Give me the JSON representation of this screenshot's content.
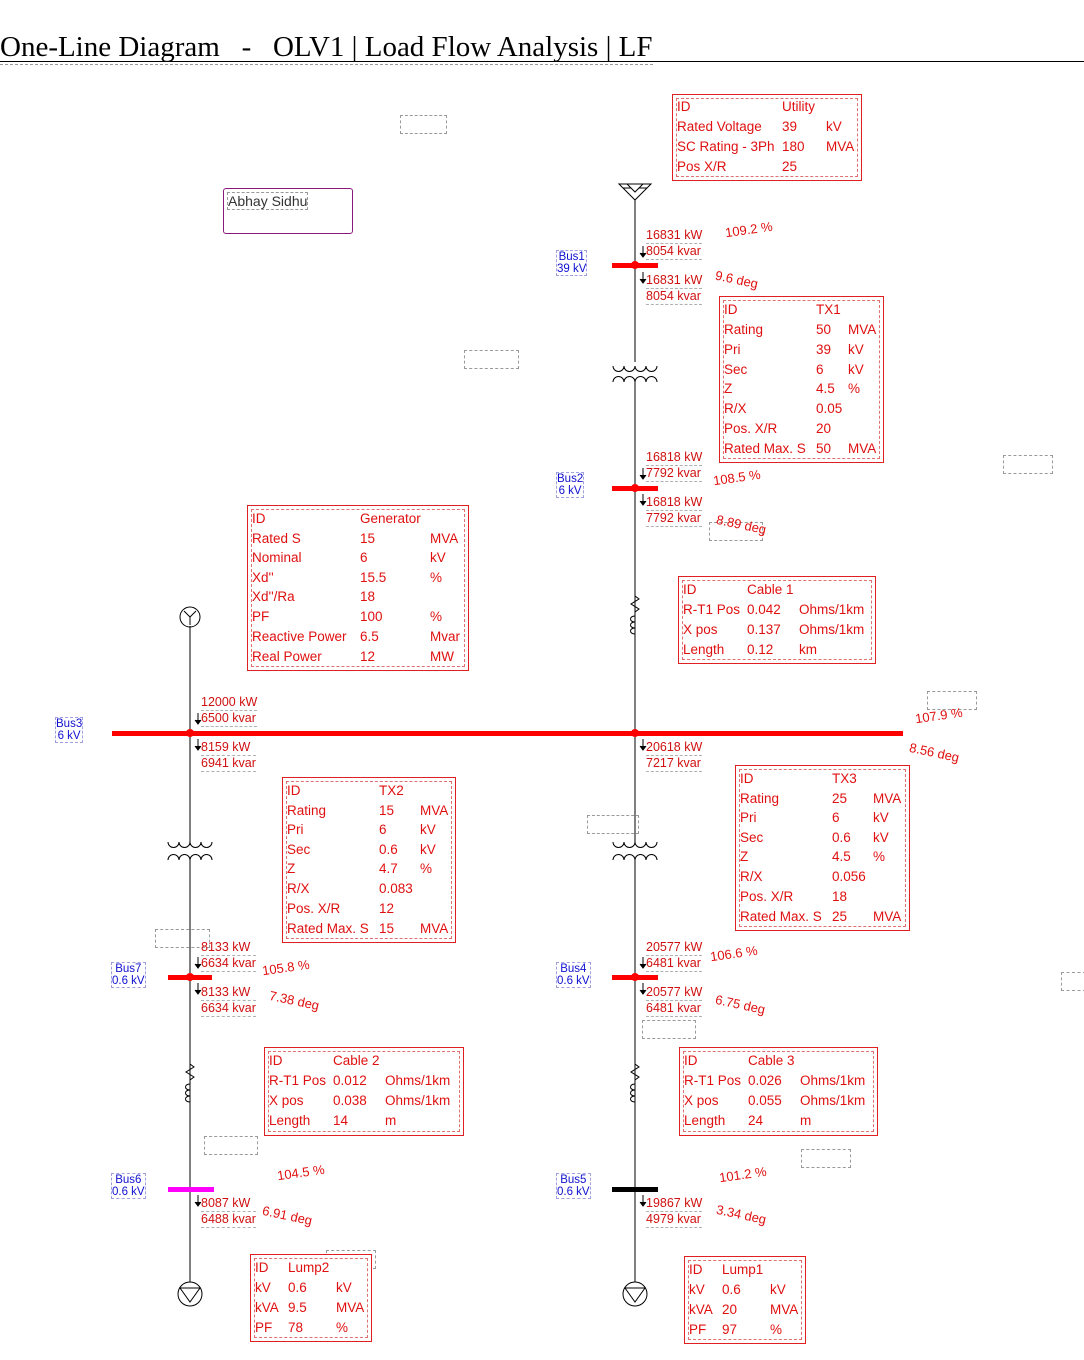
{
  "title": "One-Line Diagram   -   OLV1 | Load Flow Analysis | LF",
  "author": "Abhay Sidhu",
  "colors": {
    "bus": "#ff0000",
    "bus6": "#ff00ff",
    "bus5": "#000000",
    "text": "#e01010",
    "busid": "#1010d0"
  },
  "buses": [
    {
      "id": "Bus1",
      "kv": "39 kV"
    },
    {
      "id": "Bus2",
      "kv": "6 kV"
    },
    {
      "id": "Bus3",
      "kv": "6 kV"
    },
    {
      "id": "Bus7",
      "kv": "0.6 kV"
    },
    {
      "id": "Bus4",
      "kv": "0.6 kV"
    },
    {
      "id": "Bus6",
      "kv": "0.6 kV"
    },
    {
      "id": "Bus5",
      "kv": "0.6 kV"
    }
  ],
  "flows": [
    {
      "kw": "16831 kW",
      "kvar": "8054 kvar"
    },
    {
      "kw": "16831 kW",
      "kvar": "8054 kvar"
    },
    {
      "kw": "16818 kW",
      "kvar": "7792 kvar"
    },
    {
      "kw": "16818 kW",
      "kvar": "7792 kvar"
    },
    {
      "kw": "12000 kW",
      "kvar": "6500 kvar"
    },
    {
      "kw": "8159 kW",
      "kvar": "6941 kvar"
    },
    {
      "kw": "20618 kW",
      "kvar": "7217 kvar"
    },
    {
      "kw": "8133 kW",
      "kvar": "6634 kvar"
    },
    {
      "kw": "8133 kW",
      "kvar": "6634 kvar"
    },
    {
      "kw": "20577 kW",
      "kvar": "6481 kvar"
    },
    {
      "kw": "20577 kW",
      "kvar": "6481 kvar"
    },
    {
      "kw": "8087 kW",
      "kvar": "6488 kvar"
    },
    {
      "kw": "19867 kW",
      "kvar": "4979 kvar"
    }
  ],
  "bus_results": [
    {
      "pct": "109.2 %",
      "deg": "9.6 deg"
    },
    {
      "pct": "108.5 %",
      "deg": "8.89 deg"
    },
    {
      "pct": "107.9 %",
      "deg": "8.56 deg"
    },
    {
      "pct": "105.8 %",
      "deg": "7.38 deg"
    },
    {
      "pct": "106.6 %",
      "deg": "6.75 deg"
    },
    {
      "pct": "104.5 %",
      "deg": "6.91 deg"
    },
    {
      "pct": "101.2 %",
      "deg": "3.34 deg"
    }
  ],
  "boxes": {
    "utility": [
      [
        "ID",
        "Utility",
        ""
      ],
      [
        "Rated Voltage",
        "39",
        "kV"
      ],
      [
        "SC Rating - 3Ph",
        "180",
        "MVA"
      ],
      [
        "Pos X/R",
        "25",
        ""
      ]
    ],
    "tx1": [
      [
        "ID",
        "TX1",
        ""
      ],
      [
        "Rating",
        "50",
        "MVA"
      ],
      [
        "Pri",
        "39",
        "kV"
      ],
      [
        "Sec",
        "6",
        "kV"
      ],
      [
        "Z",
        "4.5",
        "%"
      ],
      [
        "R/X",
        "0.05",
        ""
      ],
      [
        "Pos. X/R",
        "20",
        ""
      ],
      [
        "Rated Max. S",
        "50",
        "MVA"
      ]
    ],
    "generator": [
      [
        "ID",
        "Generator",
        ""
      ],
      [
        "Rated S",
        "15",
        "MVA"
      ],
      [
        "Nominal",
        "6",
        "kV"
      ],
      [
        "Xd''",
        "15.5",
        "%"
      ],
      [
        "Xd''/Ra",
        "18",
        ""
      ],
      [
        "PF",
        "100",
        "%"
      ],
      [
        "Reactive Power",
        "6.5",
        "Mvar"
      ],
      [
        "Real Power",
        "12",
        "MW"
      ]
    ],
    "cable1": [
      [
        "ID",
        "Cable 1",
        ""
      ],
      [
        "R-T1 Pos",
        "0.042",
        "Ohms/1km"
      ],
      [
        "X pos",
        "0.137",
        "Ohms/1km"
      ],
      [
        "Length",
        "0.12",
        "km"
      ]
    ],
    "tx2": [
      [
        "ID",
        "TX2",
        ""
      ],
      [
        "Rating",
        "15",
        "MVA"
      ],
      [
        "Pri",
        "6",
        "kV"
      ],
      [
        "Sec",
        "0.6",
        "kV"
      ],
      [
        "Z",
        "4.7",
        "%"
      ],
      [
        "R/X",
        "0.083",
        ""
      ],
      [
        "Pos. X/R",
        "12",
        ""
      ],
      [
        "Rated Max. S",
        "15",
        "MVA"
      ]
    ],
    "tx3": [
      [
        "ID",
        "TX3",
        ""
      ],
      [
        "Rating",
        "25",
        "MVA"
      ],
      [
        "Pri",
        "6",
        "kV"
      ],
      [
        "Sec",
        "0.6",
        "kV"
      ],
      [
        "Z",
        "4.5",
        "%"
      ],
      [
        "R/X",
        "0.056",
        ""
      ],
      [
        "Pos. X/R",
        "18",
        ""
      ],
      [
        "Rated Max. S",
        "25",
        "MVA"
      ]
    ],
    "cable2": [
      [
        "ID",
        "Cable 2",
        ""
      ],
      [
        "R-T1 Pos",
        "0.012",
        "Ohms/1km"
      ],
      [
        "X pos",
        "0.038",
        "Ohms/1km"
      ],
      [
        "Length",
        "14",
        "m"
      ]
    ],
    "cable3": [
      [
        "ID",
        "Cable 3",
        ""
      ],
      [
        "R-T1 Pos",
        "0.026",
        "Ohms/1km"
      ],
      [
        "X pos",
        "0.055",
        "Ohms/1km"
      ],
      [
        "Length",
        "24",
        "m"
      ]
    ],
    "lump2": [
      [
        "ID",
        "Lump2",
        ""
      ],
      [
        "kV",
        "0.6",
        "kV"
      ],
      [
        "kVA",
        "9.5",
        "MVA"
      ],
      [
        "PF",
        "78",
        "%"
      ]
    ],
    "lump1": [
      [
        "ID",
        "Lump1",
        ""
      ],
      [
        "kV",
        "0.6",
        "kV"
      ],
      [
        "kVA",
        "20",
        "MVA"
      ],
      [
        "PF",
        "97",
        "%"
      ]
    ]
  }
}
